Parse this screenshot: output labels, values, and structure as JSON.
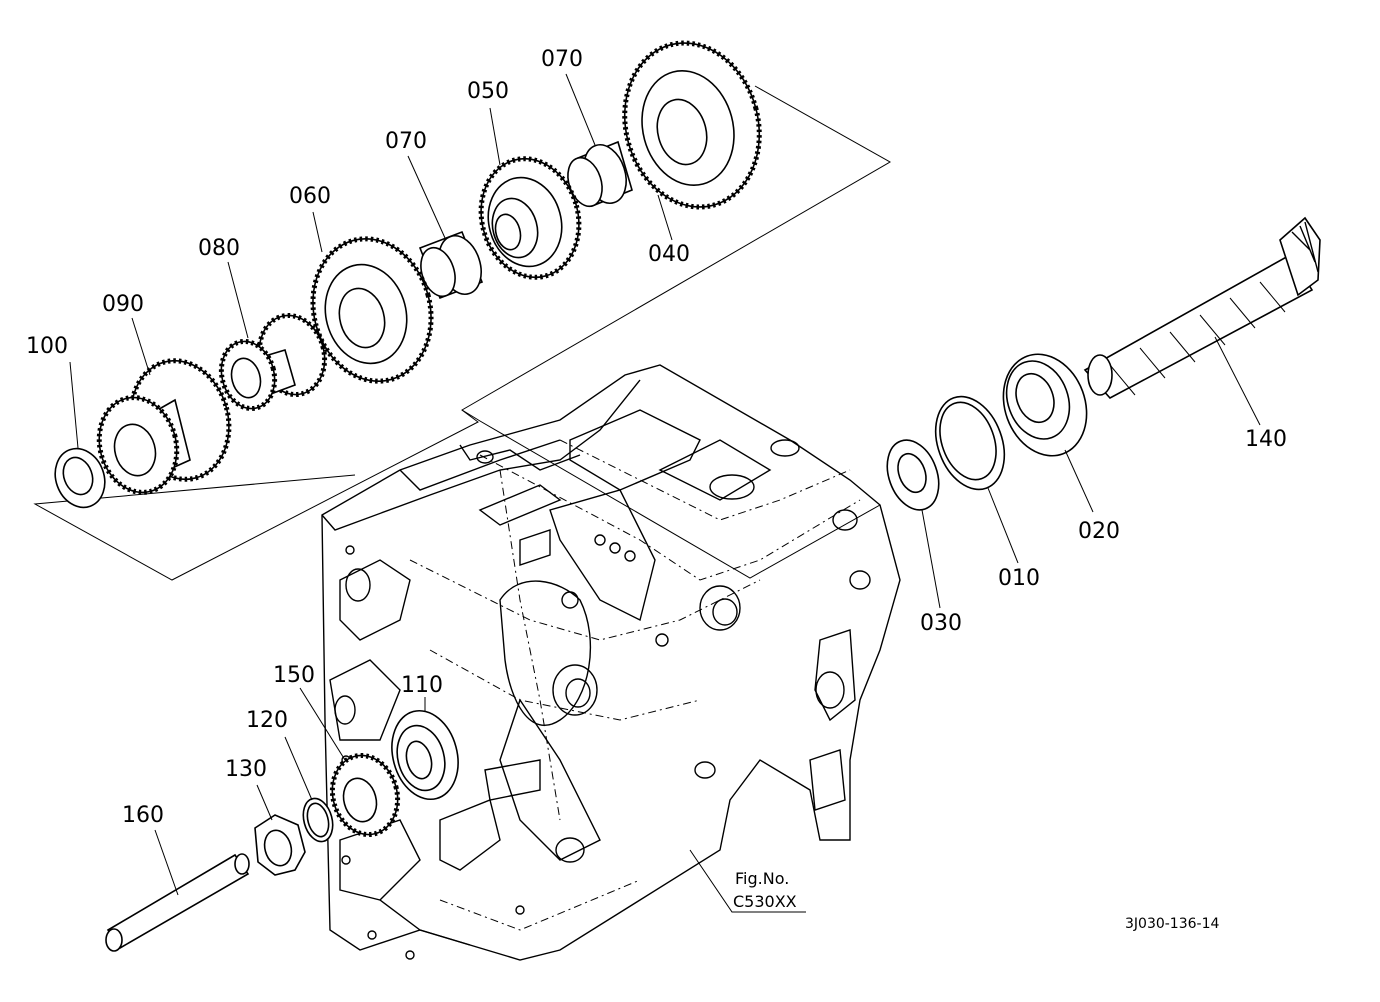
{
  "callouts": [
    {
      "id": "010",
      "text": "010"
    },
    {
      "id": "020",
      "text": "020"
    },
    {
      "id": "030",
      "text": "030"
    },
    {
      "id": "040",
      "text": "040"
    },
    {
      "id": "050",
      "text": "050"
    },
    {
      "id": "060",
      "text": "060"
    },
    {
      "id": "070a",
      "text": "070"
    },
    {
      "id": "070b",
      "text": "070"
    },
    {
      "id": "080",
      "text": "080"
    },
    {
      "id": "090",
      "text": "090"
    },
    {
      "id": "100",
      "text": "100"
    },
    {
      "id": "110",
      "text": "110"
    },
    {
      "id": "120",
      "text": "120"
    },
    {
      "id": "130",
      "text": "130"
    },
    {
      "id": "140",
      "text": "140"
    },
    {
      "id": "150",
      "text": "150"
    },
    {
      "id": "160",
      "text": "160"
    }
  ],
  "fig_ref": {
    "line1": "Fig.No.",
    "line2": "C530XX"
  },
  "drawing_number": "3J030-136-14"
}
